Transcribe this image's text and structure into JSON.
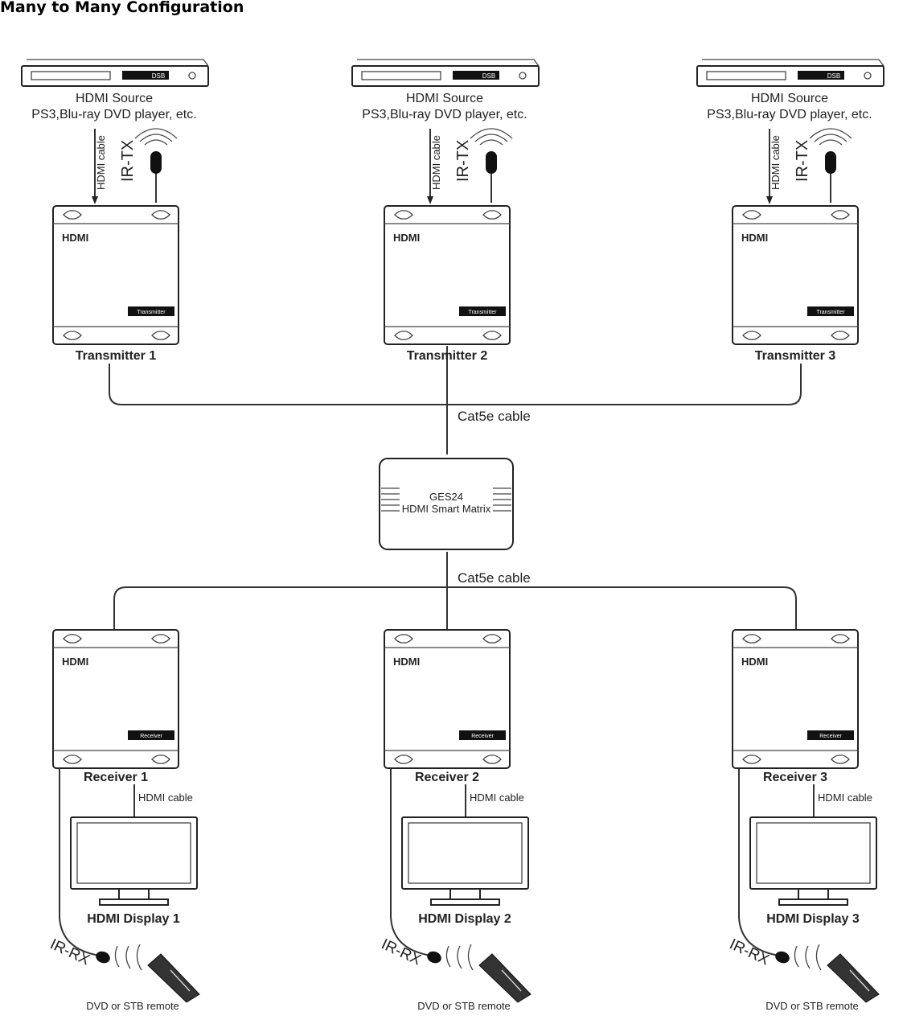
{
  "title": "Many to Many Configuration",
  "sources": [
    {
      "label": "HDMI Source",
      "sublabel": "PS3,Blu-ray DVD player, etc.",
      "cable": "HDMI cable",
      "ir": "IR-TX",
      "display_text": "DSB"
    },
    {
      "label": "HDMI Source",
      "sublabel": "PS3,Blu-ray DVD player, etc.",
      "cable": "HDMI cable",
      "ir": "IR-TX",
      "display_text": "DSB"
    },
    {
      "label": "HDMI Source",
      "sublabel": "PS3,Blu-ray DVD player, etc.",
      "cable": "HDMI cable",
      "ir": "IR-TX",
      "display_text": "DSB"
    }
  ],
  "transmitters": [
    {
      "logo": "HDMI",
      "badge": "Transmitter",
      "label": "Transmitter 1"
    },
    {
      "logo": "HDMI",
      "badge": "Transmitter",
      "label": "Transmitter 2"
    },
    {
      "logo": "HDMI",
      "badge": "Transmitter",
      "label": "Transmitter 3"
    }
  ],
  "cables": {
    "top": "Cat5e cable",
    "bottom": "Cat5e cable"
  },
  "matrix": {
    "model": "GES24",
    "name": "HDMI Smart Matrix"
  },
  "receivers": [
    {
      "logo": "HDMI",
      "badge": "Receiver",
      "label": "Receiver 1",
      "cable": "HDMI cable",
      "display": "HDMI Display 1",
      "ir": "IR-RX",
      "remote": "DVD or STB remote"
    },
    {
      "logo": "HDMI",
      "badge": "Receiver",
      "label": "Receiver 2",
      "cable": "HDMI cable",
      "display": "HDMI Display 2",
      "ir": "IR-RX",
      "remote": "DVD or STB remote"
    },
    {
      "logo": "HDMI",
      "badge": "Receiver",
      "label": "Receiver 3",
      "cable": "HDMI cable",
      "display": "HDMI Display 3",
      "ir": "IR-RX",
      "remote": "DVD or STB remote"
    }
  ]
}
